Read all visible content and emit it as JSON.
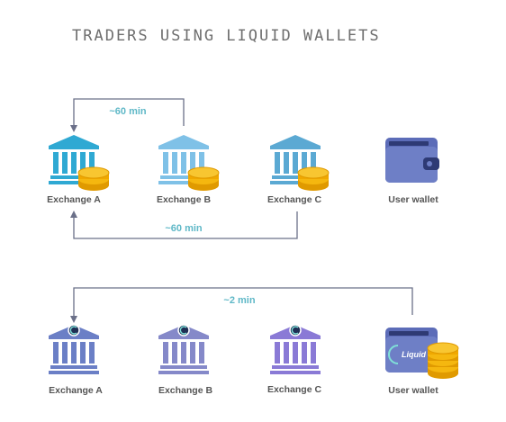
{
  "title": "TRADERS USING LIQUID WALLETS",
  "top": {
    "nodes": [
      "Exchange A",
      "Exchange B",
      "Exchange C",
      "User wallet"
    ],
    "time_top": "~60 min",
    "time_bottom": "~60 min"
  },
  "bottom": {
    "nodes": [
      "Exchange A",
      "Exchange B",
      "Exchange C",
      "User wallet"
    ],
    "time": "~2 min",
    "wallet_logo": "Liquid"
  },
  "colors": {
    "arrow": "#6b7089",
    "time_text": "#5fb8c7",
    "bank_a": "#2fa9d3",
    "bank_b": "#7fc1e7",
    "bank_c": "#5ba9d3",
    "wallet": "#6e7fc6",
    "coin": "#f5b70f",
    "bank_bottom_a": "#6b7fc6",
    "bank_bottom_b": "#8589c9",
    "bank_bottom_c": "#8a7ad6"
  }
}
